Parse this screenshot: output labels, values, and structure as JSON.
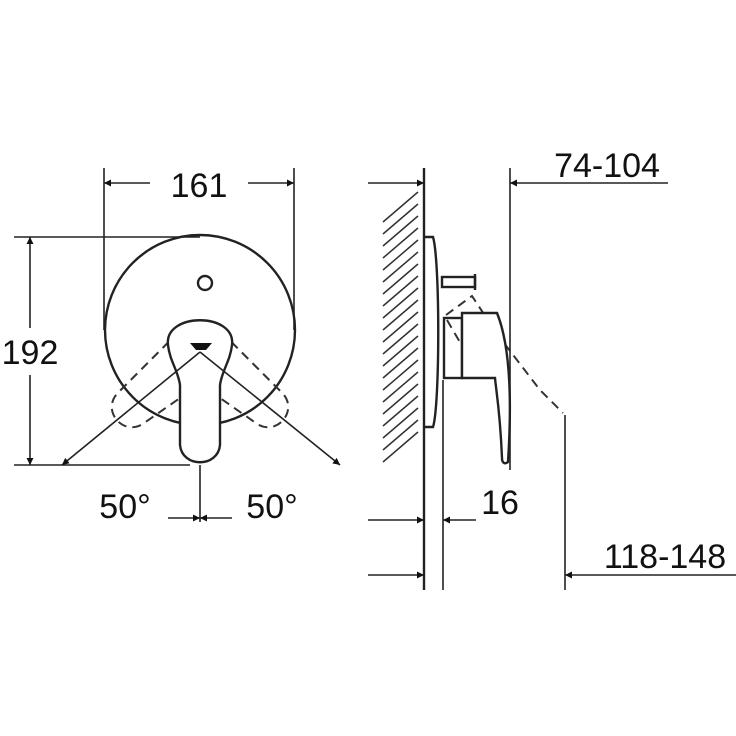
{
  "front_view": {
    "width_dim": "161",
    "height_dim": "192",
    "angle_left": "50°",
    "angle_right": "50°"
  },
  "side_view": {
    "projection_dim": "74-104",
    "plate_dim": "16",
    "total_dim": "118-148"
  },
  "colors": {
    "line": "#222222",
    "background": "#ffffff"
  }
}
